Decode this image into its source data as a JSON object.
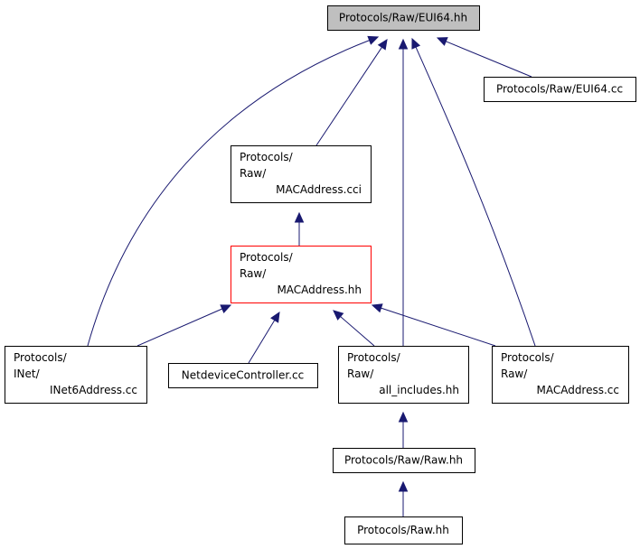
{
  "colors": {
    "edge": "#191970",
    "node_border": "#000000",
    "focus_fill": "#bfbfbf",
    "highlight_border": "#ff0000",
    "node_fill": "#ffffff"
  },
  "nodes": {
    "eui64_hh": {
      "lines": [
        "Protocols/Raw/EUI64.hh"
      ],
      "style": "focus"
    },
    "eui64_cc": {
      "lines": [
        "Protocols/Raw/EUI64.cc"
      ],
      "style": "normal"
    },
    "macaddress_cci": {
      "lines": [
        "Protocols/",
        "Raw/",
        "MACAddress.cci"
      ],
      "style": "normal"
    },
    "macaddress_hh": {
      "lines": [
        "Protocols/",
        "Raw/",
        "MACAddress.hh"
      ],
      "style": "highlight"
    },
    "inet6address_cc": {
      "lines": [
        "Protocols/",
        "INet/",
        "INet6Address.cc"
      ],
      "style": "normal"
    },
    "netdevicecontroller_cc": {
      "lines": [
        "NetdeviceController.cc"
      ],
      "style": "normal"
    },
    "all_includes_hh": {
      "lines": [
        "Protocols/",
        "Raw/",
        "all_includes.hh"
      ],
      "style": "normal"
    },
    "macaddress_cc": {
      "lines": [
        "Protocols/",
        "Raw/",
        "MACAddress.cc"
      ],
      "style": "normal"
    },
    "raw_raw_hh": {
      "lines": [
        "Protocols/Raw/Raw.hh"
      ],
      "style": "normal"
    },
    "raw_hh": {
      "lines": [
        "Protocols/Raw.hh"
      ],
      "style": "normal"
    }
  },
  "edges": [
    {
      "from": "eui64_cc",
      "to": "eui64_hh"
    },
    {
      "from": "macaddress_cci",
      "to": "eui64_hh"
    },
    {
      "from": "inet6address_cc",
      "to": "eui64_hh"
    },
    {
      "from": "all_includes_hh",
      "to": "eui64_hh"
    },
    {
      "from": "macaddress_cc",
      "to": "eui64_hh"
    },
    {
      "from": "macaddress_hh",
      "to": "macaddress_cci"
    },
    {
      "from": "inet6address_cc",
      "to": "macaddress_hh"
    },
    {
      "from": "netdevicecontroller_cc",
      "to": "macaddress_hh"
    },
    {
      "from": "all_includes_hh",
      "to": "macaddress_hh"
    },
    {
      "from": "macaddress_cc",
      "to": "macaddress_hh"
    },
    {
      "from": "raw_raw_hh",
      "to": "all_includes_hh"
    },
    {
      "from": "raw_hh",
      "to": "raw_raw_hh"
    }
  ]
}
